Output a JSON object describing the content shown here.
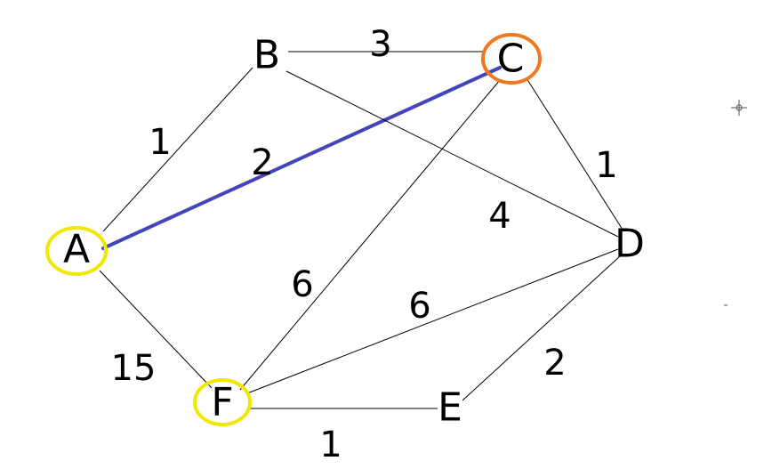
{
  "graph": {
    "colors": {
      "edge": "#000000",
      "highlight_edge": "#4444bb",
      "highlight_yellow": "#f0e800",
      "highlight_orange": "#f07820"
    },
    "nodes": [
      {
        "id": "A",
        "label": "A",
        "highlight": "yellow"
      },
      {
        "id": "B",
        "label": "B",
        "highlight": "none"
      },
      {
        "id": "C",
        "label": "C",
        "highlight": "orange"
      },
      {
        "id": "D",
        "label": "D",
        "highlight": "none"
      },
      {
        "id": "E",
        "label": "E",
        "highlight": "none"
      },
      {
        "id": "F",
        "label": "F",
        "highlight": "yellow"
      }
    ],
    "edges": [
      {
        "from": "A",
        "to": "B",
        "weight": "1",
        "highlighted": false
      },
      {
        "from": "A",
        "to": "C",
        "weight": "2",
        "highlighted": true
      },
      {
        "from": "B",
        "to": "C",
        "weight": "3",
        "highlighted": false
      },
      {
        "from": "B",
        "to": "D",
        "weight": "4",
        "highlighted": false
      },
      {
        "from": "C",
        "to": "D",
        "weight": "1",
        "highlighted": false
      },
      {
        "from": "C",
        "to": "F",
        "weight": "6",
        "highlighted": false
      },
      {
        "from": "F",
        "to": "D",
        "weight": "6",
        "highlighted": false
      },
      {
        "from": "D",
        "to": "E",
        "weight": "2",
        "highlighted": false
      },
      {
        "from": "F",
        "to": "E",
        "weight": "1",
        "highlighted": false
      },
      {
        "from": "A",
        "to": "F",
        "weight": "15",
        "highlighted": false
      }
    ]
  }
}
